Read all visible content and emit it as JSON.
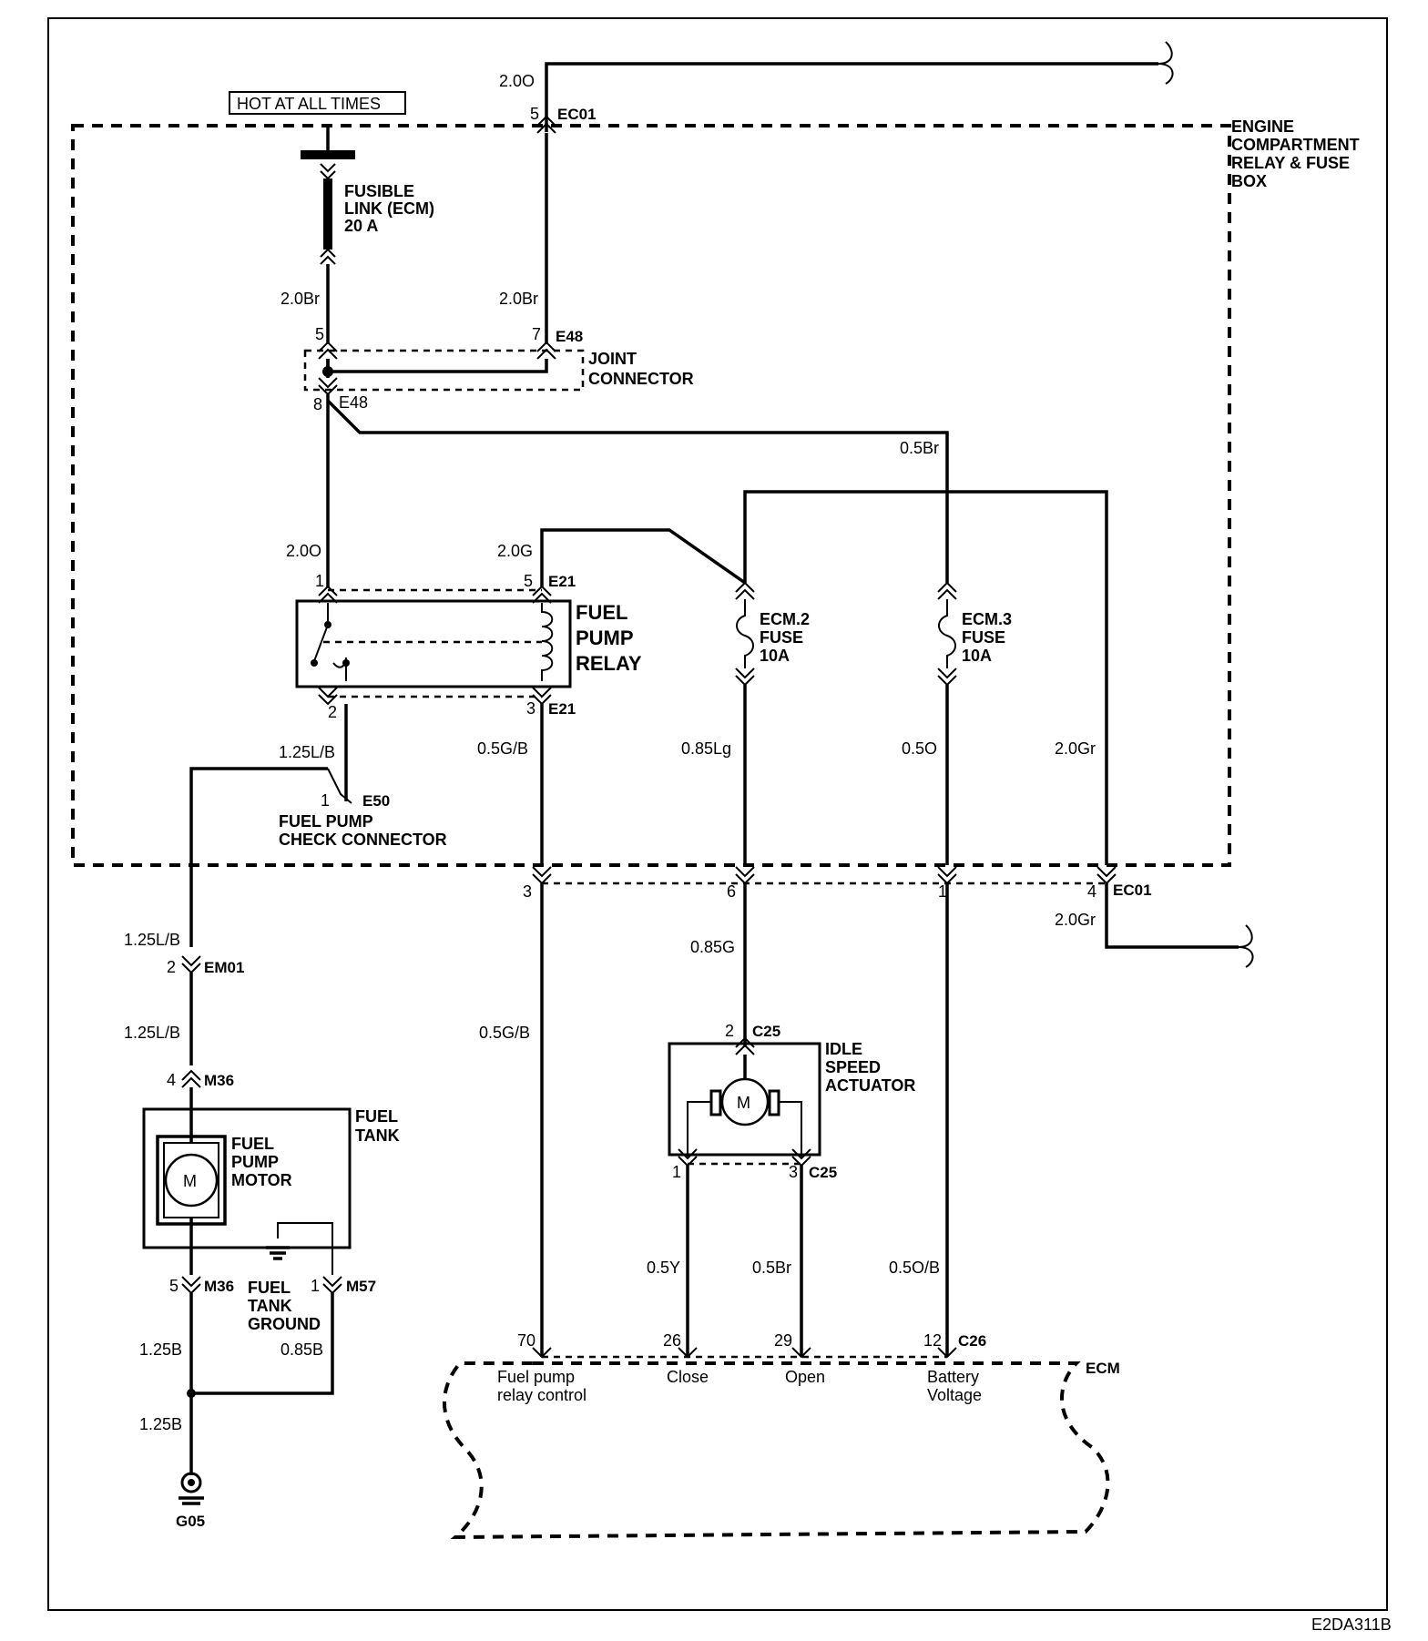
{
  "diagram": {
    "diagram_code": "E2DA311B",
    "hot_label": "HOT AT ALL TIMES",
    "engine_box_label": [
      "ENGINE",
      "COMPARTMENT",
      "RELAY & FUSE",
      "BOX"
    ],
    "fusible_link": [
      "FUSIBLE",
      "LINK (ECM)",
      "20 A"
    ],
    "joint_connector": [
      "JOINT",
      "CONNECTOR"
    ],
    "fuel_pump_relay": [
      "FUEL",
      "PUMP",
      "RELAY"
    ],
    "ecm2_fuse": [
      "ECM.2",
      "FUSE",
      "10A"
    ],
    "ecm3_fuse": [
      "ECM.3",
      "FUSE",
      "10A"
    ],
    "check_connector": [
      "FUEL PUMP",
      "CHECK CONNECTOR"
    ],
    "idle_speed_actuator": [
      "IDLE",
      "SPEED",
      "ACTUATOR"
    ],
    "fuel_tank": [
      "FUEL",
      "TANK"
    ],
    "fuel_pump_motor": [
      "FUEL",
      "PUMP",
      "MOTOR"
    ],
    "fuel_tank_ground": [
      "FUEL",
      "TANK",
      "GROUND"
    ],
    "ground_id": "G05",
    "motor_symbol": "M",
    "ecm_label": "ECM",
    "ecm_terminals": {
      "t70": [
        "Fuel pump",
        "relay control"
      ],
      "t26": [
        "Close"
      ],
      "t29": [
        "Open"
      ],
      "t12": [
        "Battery",
        "Voltage"
      ]
    },
    "wires": {
      "w_20o_top": "2.0O",
      "w_20br_left": "2.0Br",
      "w_20br_right": "2.0Br",
      "w_05br": "0.5Br",
      "w_20o_relay": "2.0O",
      "w_20g": "2.0G",
      "w_125lb_relay": "1.25L/B",
      "w_05gb_upper": "0.5G/B",
      "w_085lg": "0.85Lg",
      "w_05o": "0.5O",
      "w_20gr_upper": "2.0Gr",
      "w_20gr_lower": "2.0Gr",
      "w_125lb_a": "1.25L/B",
      "w_125lb_b": "1.25L/B",
      "w_085g": "0.85G",
      "w_05gb_lower": "0.5G/B",
      "w_05y": "0.5Y",
      "w_05br_isa": "0.5Br",
      "w_05ob": "0.5O/B",
      "w_125b_a": "1.25B",
      "w_085b": "0.85B",
      "w_125b_b": "1.25B"
    },
    "connectors": {
      "ec01": "EC01",
      "e48": "E48",
      "e21": "E21",
      "e50": "E50",
      "em01": "EM01",
      "m36": "M36",
      "m57": "M57",
      "c25": "C25",
      "c26": "C26"
    },
    "pins": {
      "ec01_5": "5",
      "e48_5": "5",
      "e48_7": "7",
      "e48_8": "8",
      "e21_1": "1",
      "e21_5": "5",
      "e21_2": "2",
      "e21_3": "3",
      "e50_1": "1",
      "ec01_3": "3",
      "ec01_6": "6",
      "ec01_1": "1",
      "ec01_4": "4",
      "em01_2": "2",
      "m36_4": "4",
      "m36_5": "5",
      "m57_1": "1",
      "c25_2": "2",
      "c25_1": "1",
      "c25_3": "3",
      "c26_70": "70",
      "c26_26": "26",
      "c26_29": "29",
      "c26_12": "12"
    }
  }
}
